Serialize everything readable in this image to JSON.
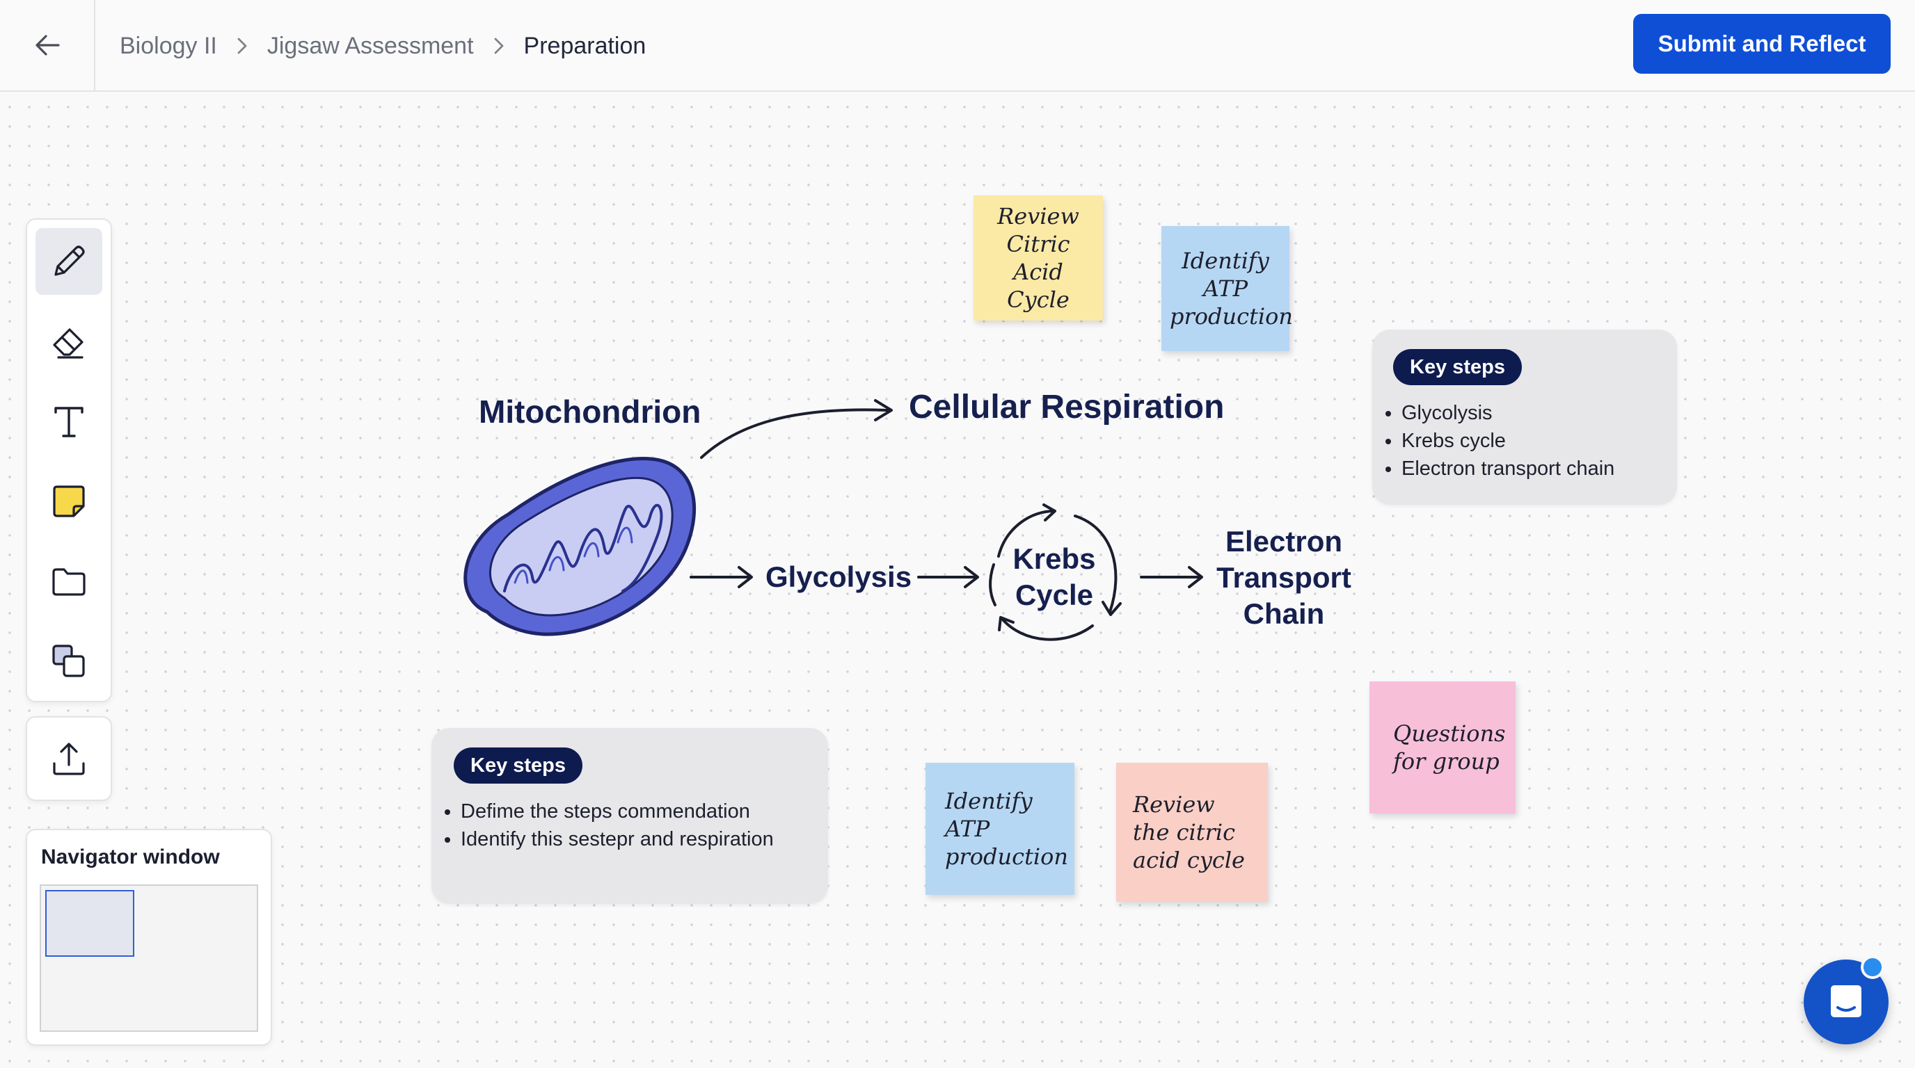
{
  "header": {
    "breadcrumb": [
      "Biology II",
      "Jigsaw Assessment",
      "Preparation"
    ],
    "submit_label": "Submit and Reflect"
  },
  "toolbar": {
    "tools": [
      "pencil-icon",
      "eraser-icon",
      "text-icon",
      "sticky-note-icon",
      "folder-icon",
      "shapes-icon"
    ],
    "upload": "upload-icon"
  },
  "navigator": {
    "title": "Navigator window"
  },
  "diagram": {
    "mitochondrion_label": "Mitochondrion",
    "respiration_label": "Cellular Respiration",
    "glycolysis": "Glycolysis",
    "krebs": "Krebs Cycle",
    "etc": "Electron Transport Chain"
  },
  "stickies": [
    {
      "text": "Review Citric Acid Cycle",
      "color": "#fbe9a6"
    },
    {
      "text": "Identify ATP production",
      "color": "#b6d7f3"
    },
    {
      "text": "Identify ATP production",
      "color": "#b6d7f3"
    },
    {
      "text": "Review the citric acid cycle",
      "color": "#f9cfc6"
    },
    {
      "text": "Questions for group",
      "color": "#f8bfd9"
    }
  ],
  "cards": [
    {
      "badge": "Key steps",
      "items": [
        "Glycolysis",
        "Krebs cycle",
        "Electron transport chain"
      ]
    },
    {
      "badge": "Key steps",
      "items": [
        "Defime the steps commendation",
        "Identify this sestepr and respiration"
      ]
    }
  ],
  "colors": {
    "primary": "#0f4fd6",
    "badge": "#0e1b4e",
    "mitochondrion": "#5b66d6",
    "chat": "#1452c8"
  },
  "chat": {
    "icon": "chat-icon"
  }
}
